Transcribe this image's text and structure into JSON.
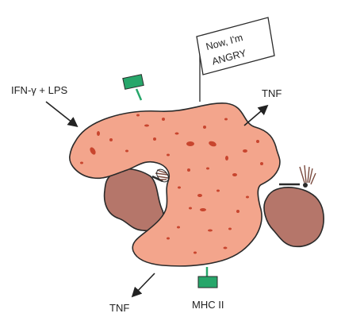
{
  "labels": {
    "stimulus": "IFN-γ + LPS",
    "tnf_right": "TNF",
    "tnf_bottom": "TNF",
    "mhc": "MHC II"
  },
  "flag": {
    "line1": "Now, I'm",
    "line2": "ANGRY"
  },
  "colors": {
    "macrophage_fill": "#f3a58c",
    "spot": "#c8452e",
    "target_cell": "#b5766a",
    "receptor": "#27a66a",
    "outline": "#2a2a2a"
  }
}
